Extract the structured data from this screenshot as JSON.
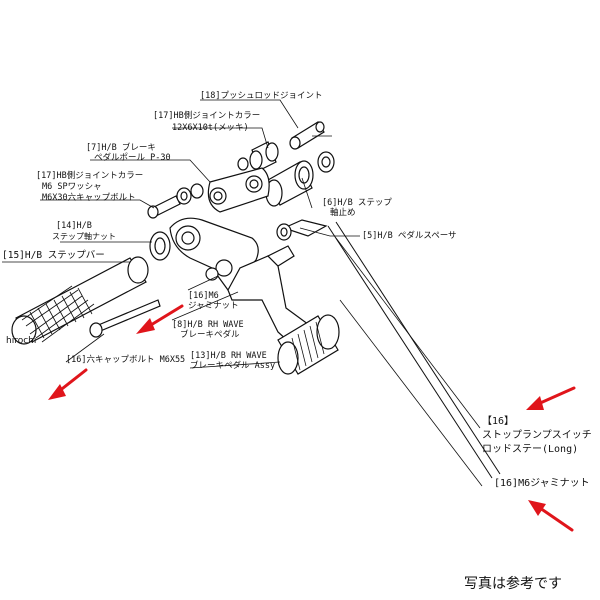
{
  "labels": {
    "push_rod_joint": "[18]プッシュロッドジョイント",
    "hb_joint_collar": "[17]HB側ジョイントカラー",
    "hb_joint_collar_size": "12X6X10t(メッキ)",
    "brake_pedal_pole": "[7]H/B ブレーキ",
    "brake_pedal_pole_2": "ペダルポール P-30",
    "hb_joint_collar_2": "[17]HB側ジョイントカラー",
    "m6_sp_washer": "M6 SPワッシャ",
    "m6x30_cap_bolt": "M6X30六キャップボルト",
    "step_stopper": "[6]H/B ステップ",
    "step_stopper_2": "軸止め",
    "pedal_spacer": "[5]H/B ペダルスペーサ",
    "step_nut": "[14]H/B",
    "step_nut_2": "ステップ軸ナット",
    "step_bar": "[15]H/B ステップバー",
    "m6_jam_nut_small": "[16]M6",
    "m6_jam_nut_small_2": "ジャミナット",
    "rh_wave_brake_pedal": "[8]H/B RH WAVE",
    "rh_wave_brake_pedal_2": "ブレーキペダル",
    "rh_wave_pedal_assy": "[13]H/B RH WAVE",
    "rh_wave_pedal_assy_2": "ブレーキペダル Assy",
    "cap_bolt": "[16]六キャップボルト M6X55",
    "stop_lamp_switch": "【16】",
    "stop_lamp_switch_2": "ストップランプスイッチ",
    "stop_lamp_switch_3": "ロッドステー(Long)",
    "m6_jam_nut": "[16]M6ジャミナット"
  },
  "watermark": "hirochi",
  "note": "写真は参考です"
}
